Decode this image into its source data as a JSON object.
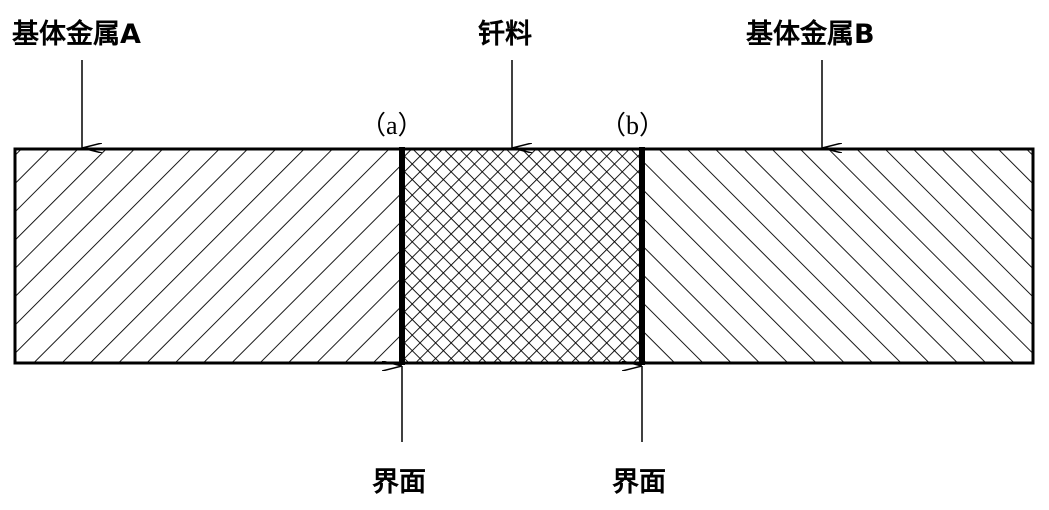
{
  "labels": {
    "base_metal_a": "基体金属A",
    "filler": "钎料",
    "base_metal_b": "基体金属B",
    "marker_a": "（a）",
    "marker_b": "（b）",
    "interface_left": "界面",
    "interface_right": "界面"
  },
  "colors": {
    "line": "#000000",
    "background": "#ffffff"
  }
}
